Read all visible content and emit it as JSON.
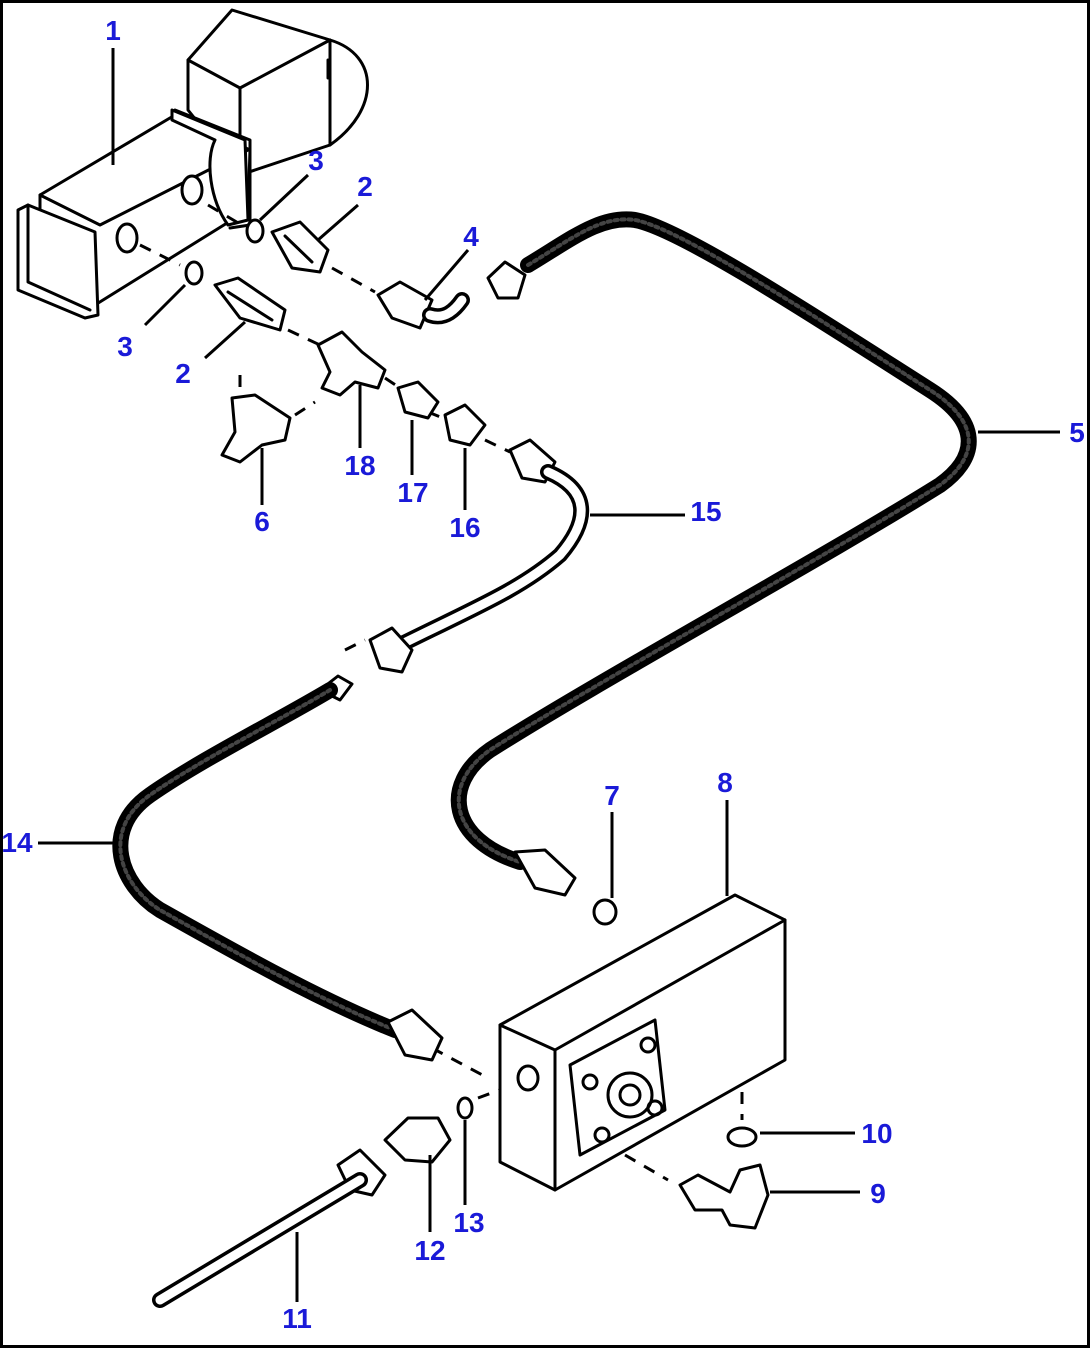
{
  "callouts": [
    {
      "id": "c1",
      "text": "1"
    },
    {
      "id": "c2a",
      "text": "2"
    },
    {
      "id": "c2b",
      "text": "2"
    },
    {
      "id": "c3a",
      "text": "3"
    },
    {
      "id": "c3b",
      "text": "3"
    },
    {
      "id": "c4",
      "text": "4"
    },
    {
      "id": "c5",
      "text": "5"
    },
    {
      "id": "c6",
      "text": "6"
    },
    {
      "id": "c7",
      "text": "7"
    },
    {
      "id": "c8",
      "text": "8"
    },
    {
      "id": "c9",
      "text": "9"
    },
    {
      "id": "c10",
      "text": "10"
    },
    {
      "id": "c11",
      "text": "11"
    },
    {
      "id": "c12",
      "text": "12"
    },
    {
      "id": "c13",
      "text": "13"
    },
    {
      "id": "c14",
      "text": "14"
    },
    {
      "id": "c15",
      "text": "15"
    },
    {
      "id": "c16",
      "text": "16"
    },
    {
      "id": "c17",
      "text": "17"
    },
    {
      "id": "c18",
      "text": "18"
    }
  ],
  "colors": {
    "callout_text": "#1a1ad8",
    "line": "#000000",
    "background": "#ffffff"
  }
}
